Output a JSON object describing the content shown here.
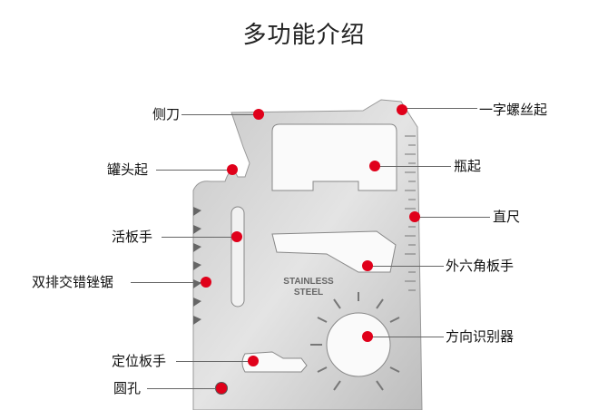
{
  "title": "多功能介绍",
  "card_text": {
    "line1": "STAINLESS",
    "line2": "STEEL"
  },
  "accent_color": "#e0001a",
  "labels_left": [
    {
      "id": "side-knife",
      "text": "侧刀"
    },
    {
      "id": "can-opener",
      "text": "罐头起"
    },
    {
      "id": "adjustable-wrench",
      "text": "活板手"
    },
    {
      "id": "double-saw",
      "text": "双排交错锉锯"
    },
    {
      "id": "positioning-wrench",
      "text": "定位板手"
    },
    {
      "id": "round-hole",
      "text": "圆孔"
    }
  ],
  "labels_right": [
    {
      "id": "flat-screwdriver",
      "text": "一字螺丝起"
    },
    {
      "id": "bottle-opener",
      "text": "瓶起"
    },
    {
      "id": "ruler",
      "text": "直尺"
    },
    {
      "id": "hex-wrench",
      "text": "外六角板手"
    },
    {
      "id": "direction-finder",
      "text": "方向识别器"
    }
  ]
}
